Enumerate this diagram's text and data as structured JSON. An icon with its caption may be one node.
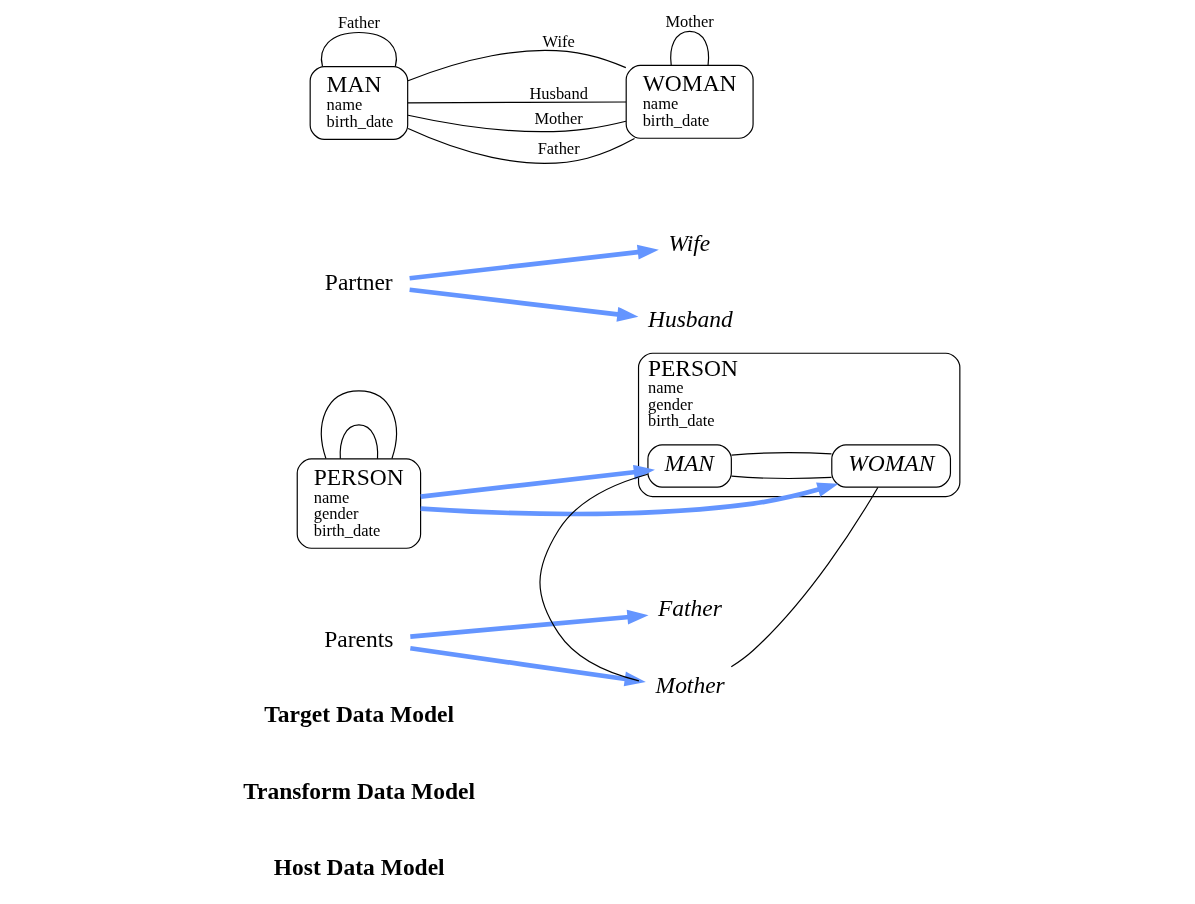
{
  "diagram": {
    "nodes": [
      {
        "text": [
          "PERSON",
          "name",
          "gender",
          "birth_date"
        ]
      },
      {
        "text": [
          "Parents"
        ]
      },
      {
        "text": [
          "Partner"
        ]
      },
      {
        "text": [
          "PERSON",
          "name",
          "gender",
          "birth_date"
        ]
      },
      {
        "text": [
          "MAN"
        ],
        "in": 3
      },
      {
        "text": [
          "WOMAN"
        ],
        "in": 3
      },
      {
        "text": [
          "Father"
        ]
      },
      {
        "text": [
          "Mother"
        ]
      },
      {
        "text": [
          "Wife"
        ]
      },
      {
        "text": [
          "Husband"
        ]
      },
      {
        "text": [
          "MAN",
          "name",
          "birth_date"
        ]
      },
      {
        "text": [
          "WOMAN",
          "name",
          "birth_date"
        ]
      }
    ],
    "edges": [
      {
        "from": 0,
        "to": 0,
        "arrow": "none"
      },
      {
        "from": 0,
        "to": 0,
        "arrow": "none"
      },
      {
        "from": 1,
        "to": 6,
        "arrow": "to",
        "style": "thick",
        "color": "#6495ff"
      },
      {
        "from": 1,
        "to": 7,
        "arrow": "to",
        "style": "thick",
        "color": "#6495ff"
      },
      {
        "from": 0,
        "to": 4,
        "arrow": "to",
        "style": "thick",
        "color": "#6495ff"
      },
      {
        "from": 0,
        "to": 5,
        "arrow": "to",
        "style": "thick",
        "color": "#6495ff"
      },
      {
        "from": 2,
        "to": 8,
        "arrow": "to",
        "style": "thick",
        "color": "#6495ff"
      },
      {
        "from": 2,
        "to": 9,
        "arrow": "to",
        "style": "thick",
        "color": "#6495ff"
      },
      {
        "from": 4,
        "to": 7,
        "arrow": "none"
      },
      {
        "from": 7,
        "to": 5,
        "arrow": "none"
      },
      {
        "from": 4,
        "to": 5,
        "arrow": "none"
      },
      {
        "from": 4,
        "to": 5,
        "arrow": "none"
      },
      {
        "from": 10,
        "to": 10,
        "arrow": "none",
        "label": "Father"
      },
      {
        "from": 10,
        "to": 11,
        "arrow": "none",
        "label": "Wife"
      },
      {
        "from": 10,
        "to": 11,
        "arrow": "none",
        "label": "Husband"
      },
      {
        "from": 10,
        "to": 11,
        "arrow": "none",
        "label": "Mother"
      },
      {
        "from": 10,
        "to": 11,
        "arrow": "none",
        "label": "Father"
      },
      {
        "from": 11,
        "to": 11,
        "arrow": "none",
        "label": "Mother"
      }
    ],
    "labels": [
      "Host Data Model",
      "Transform Data Model",
      "Target Data Model"
    ]
  }
}
